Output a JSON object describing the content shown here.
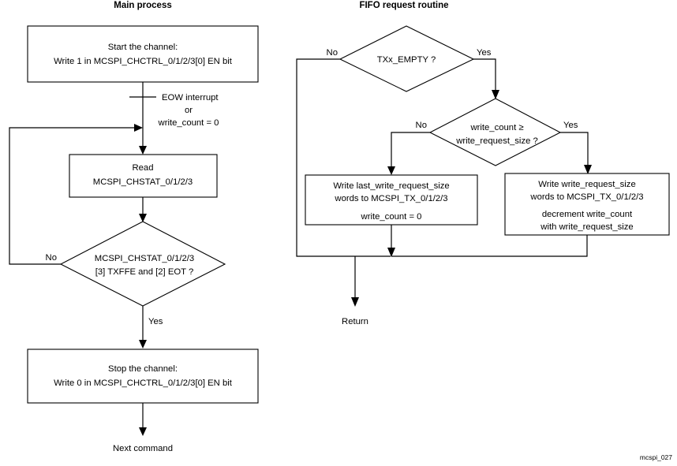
{
  "diagram": {
    "watermark": "mcspi_027",
    "titles": {
      "left": "Main process",
      "right": "FIFO request routine"
    }
  },
  "main_process": {
    "start_box": {
      "line1": "Start the channel:",
      "line2": "Write 1 in MCSPI_CHCTRL_0/1/2/3[0] EN bit"
    },
    "interrupt_note": {
      "line1": "EOW interrupt",
      "line2": "or",
      "line3": "write_count = 0"
    },
    "read_box": {
      "line1": "Read",
      "line2": "MCSPI_CHSTAT_0/1/2/3"
    },
    "decision": {
      "line1": "MCSPI_CHSTAT_0/1/2/3",
      "line2": "[3] TXFFE and [2] EOT ?",
      "no_label": "No",
      "yes_label": "Yes"
    },
    "stop_box": {
      "line1": "Stop the channel:",
      "line2": "Write 0 in MCSPI_CHCTRL_0/1/2/3[0] EN bit"
    },
    "terminator": "Next command"
  },
  "fifo_routine": {
    "empty_decision": {
      "text": "TXx_EMPTY ?",
      "no_label": "No",
      "yes_label": "Yes"
    },
    "count_decision": {
      "line1": "write_count ≥",
      "line2": "write_request_size ?",
      "no_label": "No",
      "yes_label": "Yes"
    },
    "last_write_box": {
      "line1": "Write last_write_request_size",
      "line2": "words to MCSPI_TX_0/1/2/3",
      "line3": "write_count = 0"
    },
    "full_write_box": {
      "line1": "Write write_request_size",
      "line2": "words to MCSPI_TX_0/1/2/3",
      "line3": "decrement write_count",
      "line4": "with write_request_size"
    },
    "terminator": "Return"
  },
  "colors": {
    "stroke": "#000000",
    "fill": "#ffffff",
    "background": "#ffffff"
  }
}
